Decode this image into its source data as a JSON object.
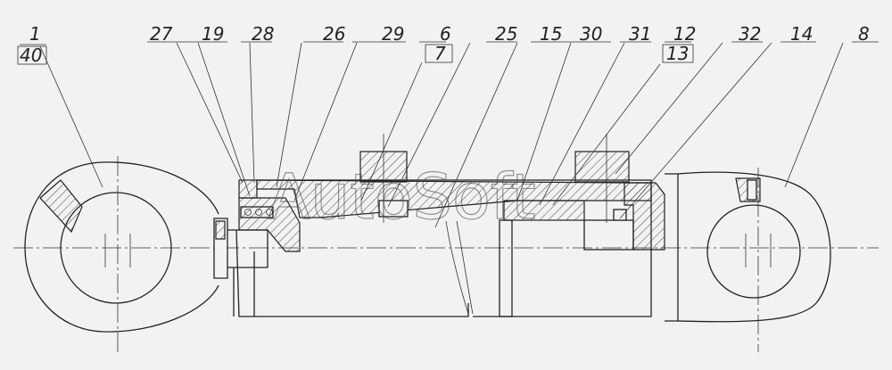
{
  "labels": [
    {
      "id": "1",
      "text": "1"
    },
    {
      "id": "40",
      "text": "40"
    },
    {
      "id": "27",
      "text": "27"
    },
    {
      "id": "19",
      "text": "19"
    },
    {
      "id": "28",
      "text": "28"
    },
    {
      "id": "26",
      "text": "26"
    },
    {
      "id": "29",
      "text": "29"
    },
    {
      "id": "6",
      "text": "6"
    },
    {
      "id": "7",
      "text": "7"
    },
    {
      "id": "25",
      "text": "25"
    },
    {
      "id": "15",
      "text": "15"
    },
    {
      "id": "30",
      "text": "30"
    },
    {
      "id": "31",
      "text": "31"
    },
    {
      "id": "12",
      "text": "12"
    },
    {
      "id": "13",
      "text": "13"
    },
    {
      "id": "32",
      "text": "32"
    },
    {
      "id": "14",
      "text": "14"
    },
    {
      "id": "8",
      "text": "8"
    }
  ],
  "watermark": "AutoSoft"
}
